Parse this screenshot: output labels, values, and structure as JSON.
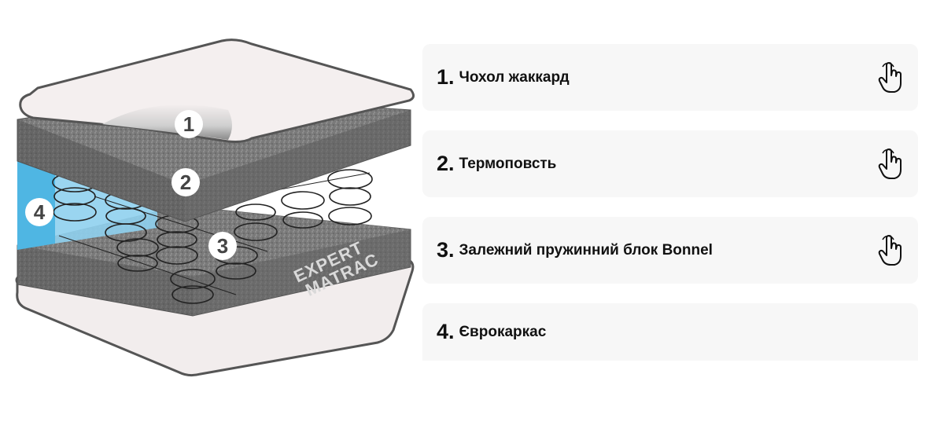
{
  "illustration": {
    "layer_numbers": [
      "1",
      "2",
      "3",
      "4"
    ],
    "watermark_line1": "EXPERT",
    "watermark_line2": "MATRAC"
  },
  "layers": [
    {
      "number": "1.",
      "label": "Чохол жаккард",
      "icon": "pointer-hand-icon"
    },
    {
      "number": "2.",
      "label": "Термоповсть",
      "icon": "pointer-hand-icon"
    },
    {
      "number": "3.",
      "label": "Залежний пружинний блок Bonnel",
      "icon": "pointer-hand-icon"
    },
    {
      "number": "4.",
      "label": "Єврокаркас",
      "icon": null
    }
  ],
  "colors": {
    "card_bg": "#f7f7f7",
    "text": "#111111",
    "felt": "#6e6e6e",
    "foam": "#4fb6e3"
  }
}
